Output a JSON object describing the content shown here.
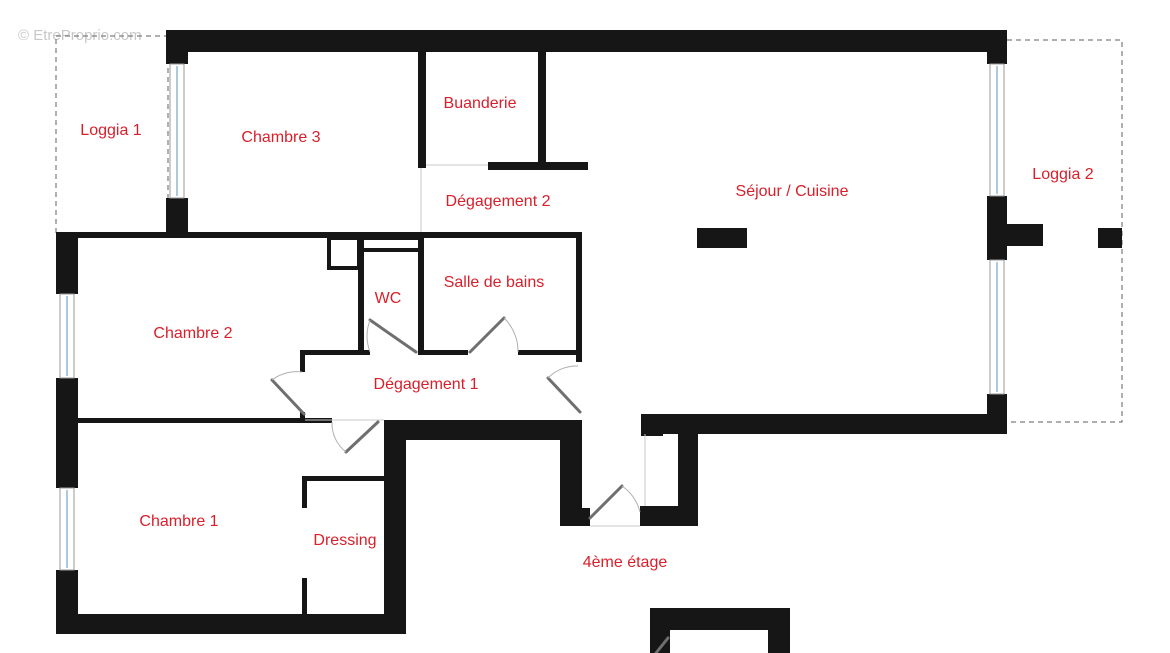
{
  "watermark": "© EtreProprio.com",
  "rooms": {
    "loggia1": "Loggia 1",
    "chambre3": "Chambre 3",
    "buanderie": "Buanderie",
    "degagement2": "Dégagement 2",
    "sejour_cuisine": "Séjour / Cuisine",
    "loggia2": "Loggia 2",
    "chambre2": "Chambre 2",
    "wc": "WC",
    "salle_de_bains": "Salle de bains",
    "degagement1": "Dégagement 1",
    "chambre1": "Chambre 1",
    "dressing": "Dressing",
    "etage": "4ème étage"
  },
  "colors": {
    "label": "#d81f2a",
    "wall": "#161616",
    "background": "#ffffff"
  }
}
